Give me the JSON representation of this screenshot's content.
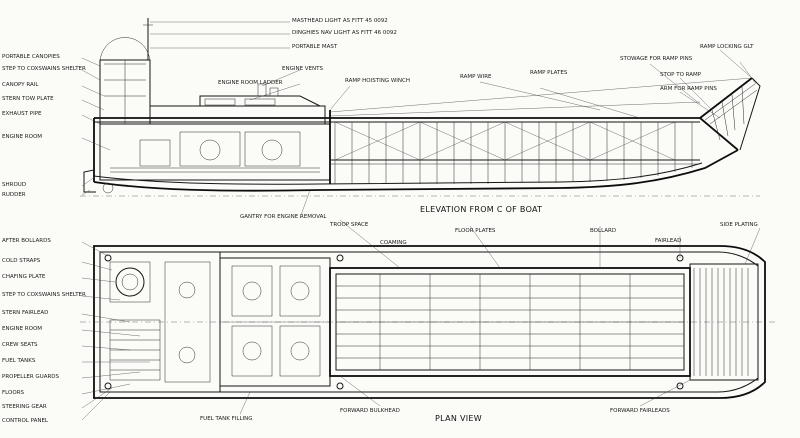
{
  "titles": {
    "elevation": "ELEVATION FROM C OF BOAT",
    "plan": "PLAN VIEW"
  },
  "labels_top": [
    "MASTHEAD LIGHT AS FITT 45 0092",
    "DINGHIES NAV LIGHT AS FITT 46 0092",
    "PORTABLE MAST",
    "ENGINE VENTS",
    "ENGINE ROOM LADDER",
    "RAMP HOISTING WINCH",
    "RAMP WIRE",
    "RAMP PLATES",
    "STOWAGE FOR RAMP PINS",
    "STOP TO RAMP",
    "ARM FOR RAMP PINS",
    "RAMP LOCKING GLT"
  ],
  "labels_left_top": [
    "PORTABLE CANOPIES",
    "STEP TO COXSWAINS SHELTER",
    "CANOPY RAIL",
    "STERN TOW PLATE",
    "EXHAUST PIPE",
    "ENGINE ROOM",
    "SHROUD",
    "RUDDER"
  ],
  "labels_left_bottom": [
    "AFTER BOLLARDS",
    "COLD STRAPS",
    "CHAFING PLATE",
    "STEP TO COXSWAINS SHELTER",
    "STERN FAIRLEAD",
    "ENGINE ROOM",
    "CREW SEATS",
    "FUEL TANKS",
    "PROPELLER GUARDS",
    "FLOORS",
    "STEERING GEAR",
    "CONTROL PANEL"
  ],
  "labels_mid": [
    "GANTRY FOR ENGINE REMOVAL",
    "TROOP SPACE",
    "FLOOR PLATES",
    "BOLLARD",
    "FAIRLEAD",
    "SIDE PLATING",
    "COAMING"
  ],
  "labels_bottom": [
    "FUEL TANK FILLING",
    "FORWARD BULKHEAD",
    "FORWARD FAIRLEADS"
  ]
}
